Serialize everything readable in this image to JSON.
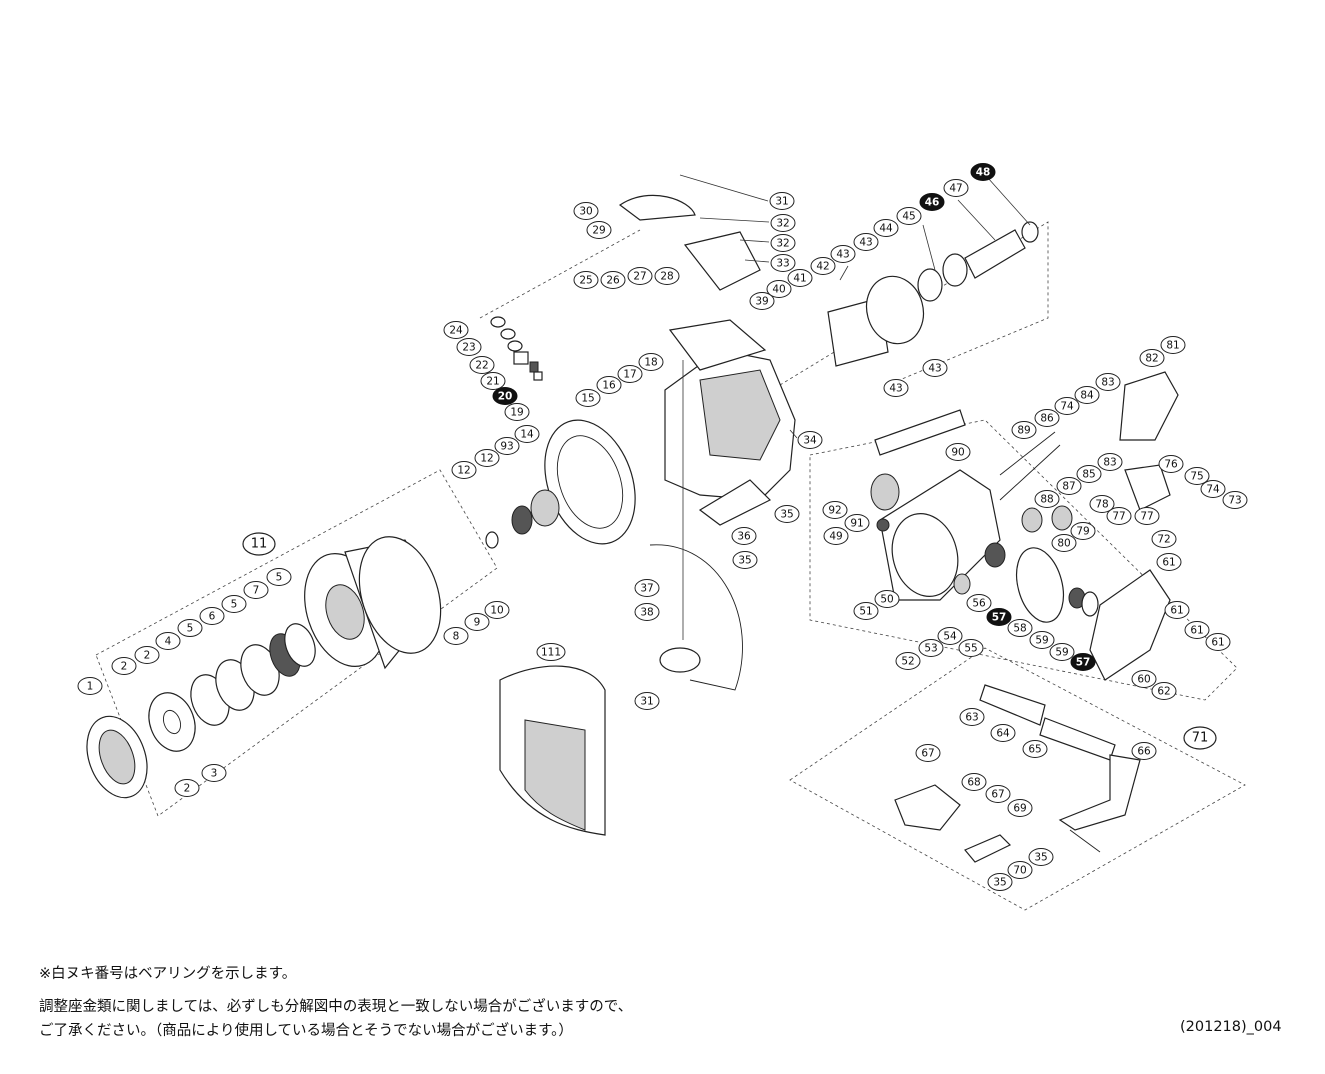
{
  "notes": {
    "bearing_note": "※白ヌキ番号はベアリングを示します。",
    "adjust_note_line1": "調整座金類に関しましては、必ずしも分解図中の表現と一致しない場合がございますので、",
    "adjust_note_line2": "ご了承ください。（商品により使用している場合とそうでない場合がございます。）",
    "diagram_code": "(201218)_004"
  },
  "groups": {
    "spool_assembly": "11",
    "handle_assembly": "71"
  },
  "part_labels": [
    {
      "id": "1",
      "bearing": false
    },
    {
      "id": "2a",
      "text": "2",
      "bearing": false
    },
    {
      "id": "2b",
      "text": "2",
      "bearing": false
    },
    {
      "id": "2c",
      "text": "2",
      "bearing": false
    },
    {
      "id": "3",
      "bearing": false
    },
    {
      "id": "4",
      "bearing": false
    },
    {
      "id": "5a",
      "text": "5",
      "bearing": false
    },
    {
      "id": "6",
      "bearing": false
    },
    {
      "id": "5b",
      "text": "5",
      "bearing": false
    },
    {
      "id": "7",
      "bearing": false
    },
    {
      "id": "5c",
      "text": "5",
      "bearing": false
    },
    {
      "id": "8",
      "bearing": false
    },
    {
      "id": "9",
      "bearing": false
    },
    {
      "id": "10",
      "bearing": false
    },
    {
      "id": "12a",
      "text": "12",
      "bearing": false
    },
    {
      "id": "12b",
      "text": "12",
      "bearing": false
    },
    {
      "id": "93",
      "bearing": false
    },
    {
      "id": "14",
      "bearing": false
    },
    {
      "id": "15",
      "bearing": false
    },
    {
      "id": "16",
      "bearing": false
    },
    {
      "id": "17",
      "bearing": false
    },
    {
      "id": "18",
      "bearing": false
    },
    {
      "id": "19",
      "bearing": false
    },
    {
      "id": "20",
      "bearing": true
    },
    {
      "id": "21",
      "bearing": false
    },
    {
      "id": "22",
      "bearing": false
    },
    {
      "id": "23",
      "bearing": false
    },
    {
      "id": "24",
      "bearing": false
    },
    {
      "id": "25",
      "bearing": false
    },
    {
      "id": "26",
      "bearing": false
    },
    {
      "id": "27",
      "bearing": false
    },
    {
      "id": "28",
      "bearing": false
    },
    {
      "id": "29",
      "bearing": false
    },
    {
      "id": "30",
      "bearing": false
    },
    {
      "id": "31a",
      "text": "31",
      "bearing": false
    },
    {
      "id": "32a",
      "text": "32",
      "bearing": false
    },
    {
      "id": "32b",
      "text": "32",
      "bearing": false
    },
    {
      "id": "33",
      "bearing": false
    },
    {
      "id": "34",
      "bearing": false
    },
    {
      "id": "35a",
      "text": "35",
      "bearing": false
    },
    {
      "id": "35b",
      "text": "35",
      "bearing": false
    },
    {
      "id": "36",
      "bearing": false
    },
    {
      "id": "37",
      "bearing": false
    },
    {
      "id": "38",
      "bearing": false
    },
    {
      "id": "31b",
      "text": "31",
      "bearing": false
    },
    {
      "id": "39",
      "bearing": false
    },
    {
      "id": "40",
      "bearing": false
    },
    {
      "id": "41",
      "bearing": false
    },
    {
      "id": "42",
      "bearing": false
    },
    {
      "id": "43a",
      "text": "43",
      "bearing": false
    },
    {
      "id": "43b",
      "text": "43",
      "bearing": false
    },
    {
      "id": "43c",
      "text": "43",
      "bearing": false
    },
    {
      "id": "43d",
      "text": "43",
      "bearing": false
    },
    {
      "id": "44",
      "bearing": false
    },
    {
      "id": "45",
      "bearing": false
    },
    {
      "id": "46",
      "bearing": true
    },
    {
      "id": "47",
      "bearing": false
    },
    {
      "id": "48",
      "bearing": true
    },
    {
      "id": "49",
      "bearing": false
    },
    {
      "id": "50",
      "bearing": false
    },
    {
      "id": "51",
      "bearing": false
    },
    {
      "id": "52",
      "bearing": false
    },
    {
      "id": "53",
      "bearing": false
    },
    {
      "id": "54",
      "bearing": false
    },
    {
      "id": "55",
      "bearing": false
    },
    {
      "id": "56",
      "bearing": false
    },
    {
      "id": "57a",
      "text": "57",
      "bearing": true
    },
    {
      "id": "57b",
      "text": "57",
      "bearing": true
    },
    {
      "id": "58",
      "bearing": false
    },
    {
      "id": "59a",
      "text": "59",
      "bearing": false
    },
    {
      "id": "59b",
      "text": "59",
      "bearing": false
    },
    {
      "id": "60",
      "bearing": false
    },
    {
      "id": "61a",
      "text": "61",
      "bearing": false
    },
    {
      "id": "61b",
      "text": "61",
      "bearing": false
    },
    {
      "id": "61c",
      "text": "61",
      "bearing": false
    },
    {
      "id": "61d",
      "text": "61",
      "bearing": false
    },
    {
      "id": "62",
      "bearing": false
    },
    {
      "id": "63",
      "bearing": false
    },
    {
      "id": "64",
      "bearing": false
    },
    {
      "id": "65",
      "bearing": false
    },
    {
      "id": "66",
      "bearing": false
    },
    {
      "id": "67a",
      "text": "67",
      "bearing": false
    },
    {
      "id": "67b",
      "text": "67",
      "bearing": false
    },
    {
      "id": "68",
      "bearing": false
    },
    {
      "id": "69",
      "bearing": false
    },
    {
      "id": "70",
      "bearing": false
    },
    {
      "id": "35c",
      "text": "35",
      "bearing": false
    },
    {
      "id": "35d",
      "text": "35",
      "bearing": false
    },
    {
      "id": "72",
      "bearing": false
    },
    {
      "id": "73",
      "bearing": false
    },
    {
      "id": "74a",
      "text": "74",
      "bearing": false
    },
    {
      "id": "74b",
      "text": "74",
      "bearing": false
    },
    {
      "id": "75",
      "bearing": false
    },
    {
      "id": "76",
      "bearing": false
    },
    {
      "id": "77a",
      "text": "77",
      "bearing": false
    },
    {
      "id": "77b",
      "text": "77",
      "bearing": false
    },
    {
      "id": "78",
      "bearing": false
    },
    {
      "id": "79",
      "bearing": false
    },
    {
      "id": "80",
      "bearing": false
    },
    {
      "id": "81",
      "bearing": false
    },
    {
      "id": "82",
      "bearing": false
    },
    {
      "id": "83a",
      "text": "83",
      "bearing": false
    },
    {
      "id": "83b",
      "text": "83",
      "bearing": false
    },
    {
      "id": "84",
      "bearing": false
    },
    {
      "id": "85",
      "bearing": false
    },
    {
      "id": "86",
      "bearing": false
    },
    {
      "id": "87",
      "bearing": false
    },
    {
      "id": "88",
      "bearing": false
    },
    {
      "id": "89",
      "bearing": false
    },
    {
      "id": "90",
      "bearing": false
    },
    {
      "id": "91",
      "bearing": false
    },
    {
      "id": "92",
      "bearing": false
    },
    {
      "id": "111",
      "bearing": false
    }
  ]
}
